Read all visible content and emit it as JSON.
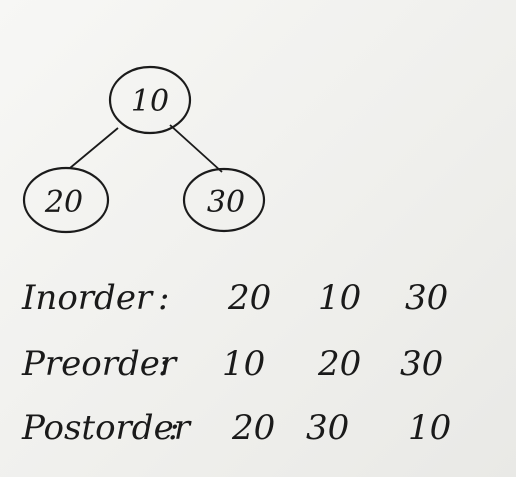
{
  "tree": {
    "root": "10",
    "left": "20",
    "right": "30"
  },
  "traversals": [
    {
      "label": "Inorder",
      "colon": ":",
      "values": [
        "20",
        "10",
        "30"
      ]
    },
    {
      "label": "Preorder",
      "colon": ":",
      "values": [
        "10",
        "20",
        "30"
      ]
    },
    {
      "label": "Postorder",
      "colon": ":",
      "values": [
        "20",
        "30",
        "10"
      ]
    }
  ]
}
